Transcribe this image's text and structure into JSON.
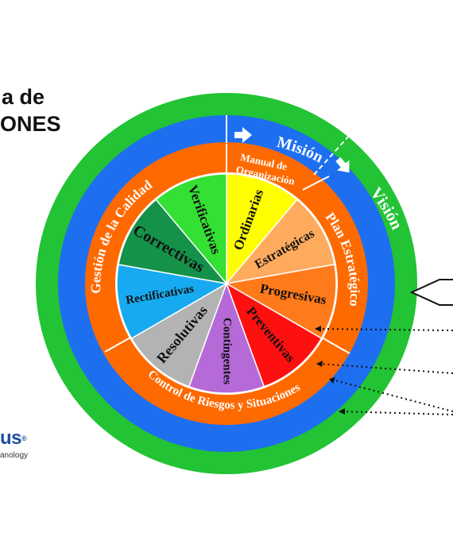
{
  "title": {
    "line1": "a de",
    "line2": "ONES"
  },
  "logo": {
    "mark": "us",
    "registered": "®",
    "tagline": "anology"
  },
  "outer_rings": {
    "mision_label": "Misión",
    "vision_label": "Visión"
  },
  "middle_ring": {
    "top_label_line1": "Manual de",
    "top_label_line2": "Organización",
    "left_label": "Gestión de la Calidad",
    "right_label": "Plan Estratégico",
    "bottom_label": "Control de Riesgos y Situaciones"
  },
  "segments": [
    {
      "label": "Ordinarias",
      "color": "#ffff00"
    },
    {
      "label": "Estratégicas",
      "color": "#ffab5e"
    },
    {
      "label": "Progresivas",
      "color": "#ff7a1a"
    },
    {
      "label": "Preventivas",
      "color": "#ff1010"
    },
    {
      "label": "Contingentes",
      "color": "#b56ad8"
    },
    {
      "label": "Resolutivas",
      "color": "#b3b3b3"
    },
    {
      "label": "Rectificativas",
      "color": "#17aaf0"
    },
    {
      "label": "Correctivas",
      "color": "#14924a"
    },
    {
      "label": "Verificativas",
      "color": "#33e033"
    }
  ],
  "colors": {
    "outer_green": "#22c334",
    "blue_ring": "#1e6ff0",
    "orange_ring": "#ff6a00",
    "white": "#ffffff",
    "text_dark": "#111111"
  }
}
